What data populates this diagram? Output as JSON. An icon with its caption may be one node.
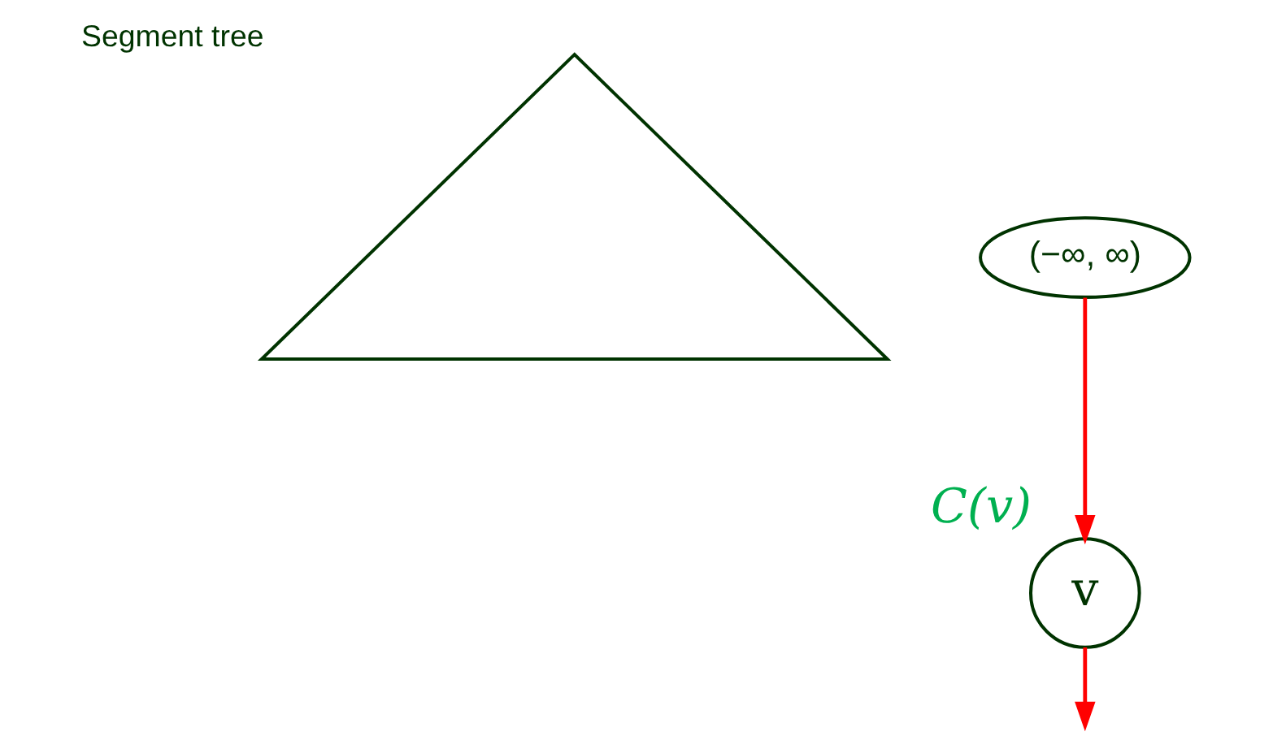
{
  "diagram": {
    "nodes": [
      {
        "text": [],
        "shape": "triangle",
        "beside": [
          "Segment tree"
        ]
      },
      {
        "text": [
          "(−∞, ∞)"
        ]
      },
      {
        "text": [
          "v"
        ],
        "beside": [
          "C(v)"
        ]
      }
    ],
    "edges": [
      {
        "from": 1,
        "to": 2,
        "arrow": "to",
        "color": "#ff0000"
      },
      {
        "from": 2,
        "to": null,
        "arrow": "to",
        "color": "#ff0000"
      }
    ]
  }
}
